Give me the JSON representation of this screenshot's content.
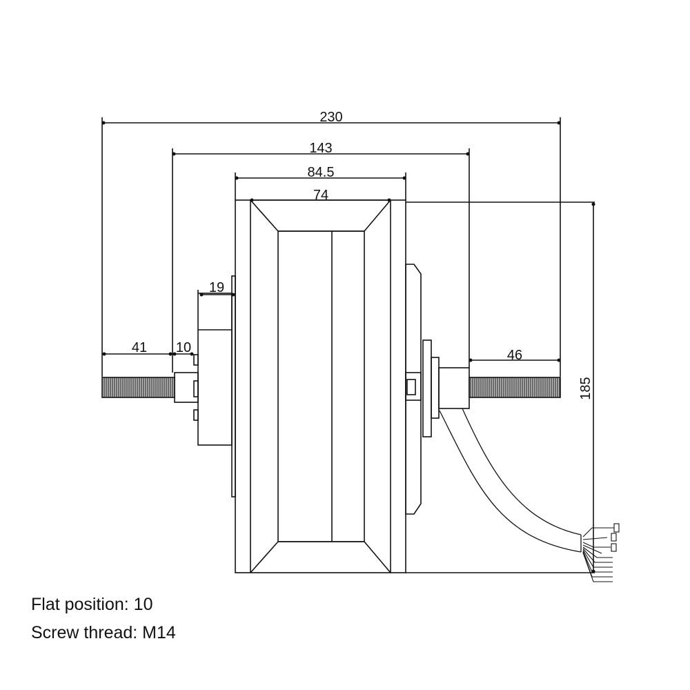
{
  "title": "Hub motor dimension drawing",
  "dimensions": {
    "overall_axle_length": "230",
    "dropout_width": "143",
    "hub_width": "84.5",
    "tire_width": "74",
    "left_boss": "19",
    "left_thread": "41",
    "left_flat": "10",
    "right_thread": "46",
    "diameter": "185"
  },
  "notes": {
    "flat_position": "Flat position: 10",
    "screw_thread": "Screw thread: M14"
  },
  "colors": {
    "line": "#111111",
    "background": "#ffffff"
  }
}
